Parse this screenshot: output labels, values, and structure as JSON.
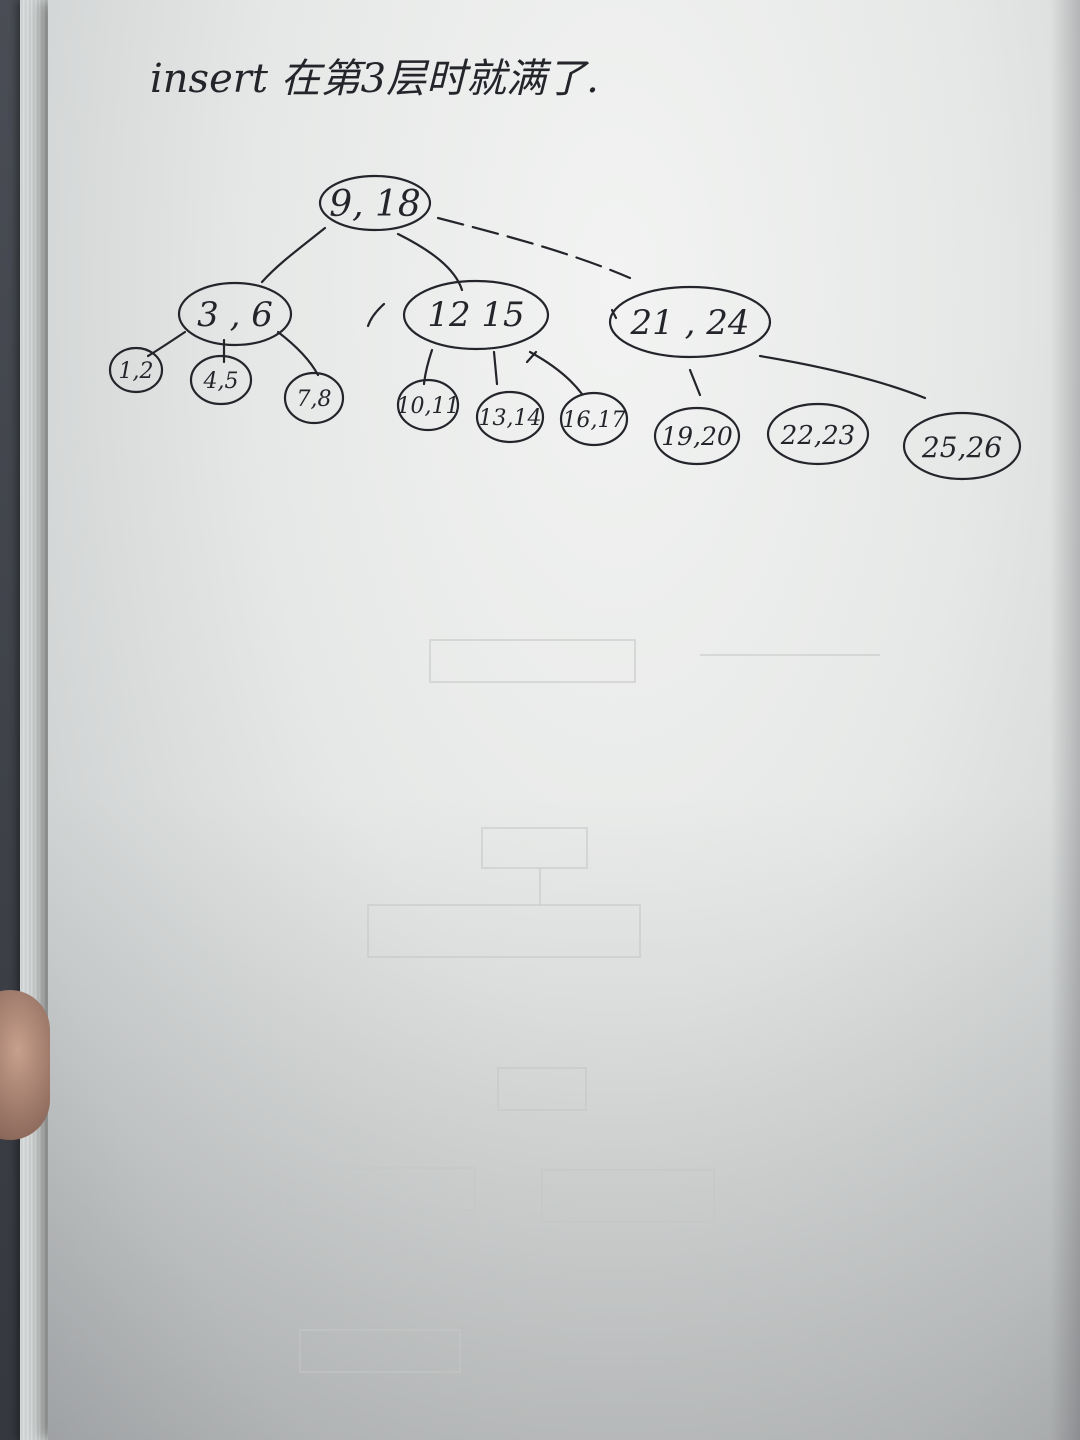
{
  "note": "insert 在第3层时就满了.",
  "tree": {
    "root": {
      "id": "root",
      "label": "9, 18"
    },
    "level1": [
      {
        "id": "n-3-6",
        "label": "3 , 6"
      },
      {
        "id": "n-12-15",
        "label": "12  15"
      },
      {
        "id": "n-21-24",
        "label": "21 , 24"
      }
    ],
    "leaves": [
      {
        "id": "l-1-2",
        "label": "1,2"
      },
      {
        "id": "l-4-5",
        "label": "4,5"
      },
      {
        "id": "l-7-8",
        "label": "7,8"
      },
      {
        "id": "l-10-11",
        "label": "10,11"
      },
      {
        "id": "l-13-14",
        "label": "13,14"
      },
      {
        "id": "l-16-17",
        "label": "16,17"
      },
      {
        "id": "l-19-20",
        "label": "19,20"
      },
      {
        "id": "l-22-23",
        "label": "22,23"
      },
      {
        "id": "l-25-26",
        "label": "25,26"
      }
    ]
  },
  "colors": {
    "ink": "#23252b",
    "paper": "#e6e8e7"
  }
}
